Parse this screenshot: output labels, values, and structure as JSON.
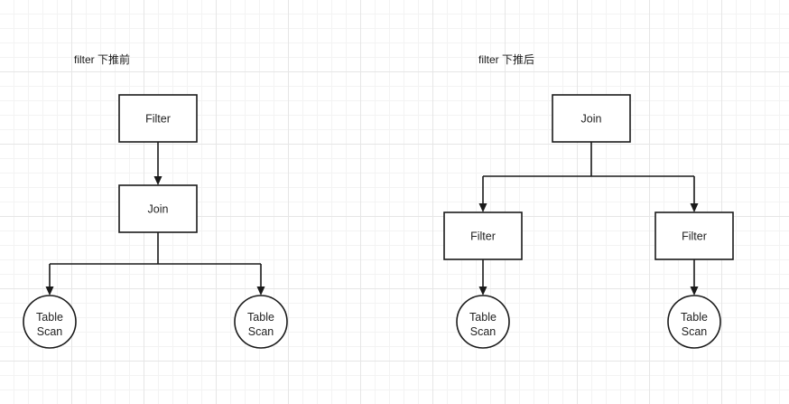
{
  "left": {
    "title": "filter 下推前",
    "filter": "Filter",
    "join": "Join",
    "scan_left": [
      "Table",
      "Scan"
    ],
    "scan_right": [
      "Table",
      "Scan"
    ]
  },
  "right": {
    "title": "filter 下推后",
    "join": "Join",
    "filter_left": "Filter",
    "filter_right": "Filter",
    "scan_left": [
      "Table",
      "Scan"
    ],
    "scan_right": [
      "Table",
      "Scan"
    ]
  },
  "colors": {
    "stroke": "#1a1a1a",
    "grid": "#e6e6e6",
    "background": "#ffffff"
  }
}
